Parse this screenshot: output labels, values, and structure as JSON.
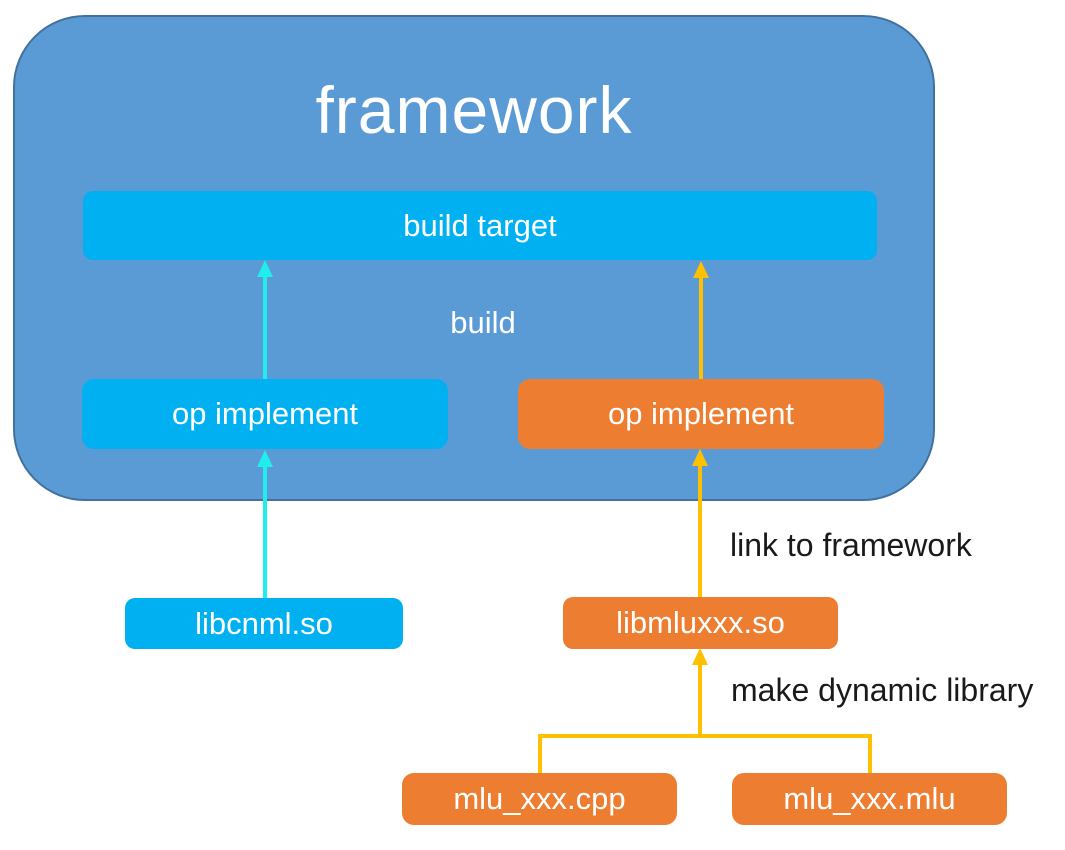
{
  "framework": {
    "title": "framework",
    "build_target_label": "build target",
    "build_annotation": "build",
    "op_implement_cnml_label": "op implement",
    "op_implement_mlu_label": "op implement"
  },
  "external": {
    "libcnml_label": "libcnml.so",
    "libmluxxx_label": "libmluxxx.so",
    "mlu_cpp_label": "mlu_xxx.cpp",
    "mlu_mlu_label": "mlu_xxx.mlu",
    "link_annotation": "link to framework",
    "make_annotation": "make dynamic library"
  },
  "colors": {
    "framework_fill": "#5B9BD5",
    "framework_border": "#41719C",
    "cnml_node_fill": "#00B0F0",
    "mlu_node_fill": "#ED7D31",
    "arrow_cyan": "#21EDED",
    "arrow_yellow": "#FFC000",
    "text_light": "#FFFFFF",
    "text_dark": "#1A1A1A",
    "background": "#FFFFFF"
  }
}
